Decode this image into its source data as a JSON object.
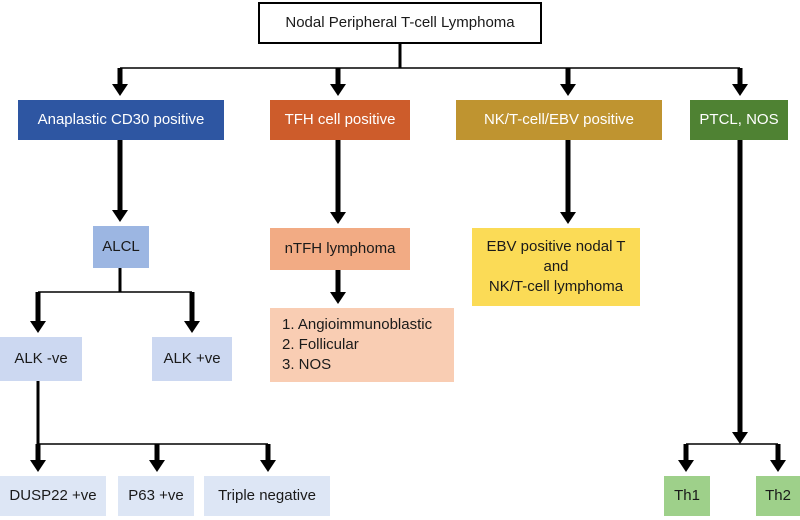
{
  "colors": {
    "root_fill": "#ffffff",
    "root_border": "#000000",
    "anaplastic": "#2e56a2",
    "alcl": "#9cb6e2",
    "alk": "#ccd8f1",
    "leaf_blue": "#dde6f5",
    "tfh": "#cd5c2b",
    "ntfh": "#f2ab84",
    "ntfh_list": "#f9cdb3",
    "nk": "#bf9430",
    "ebv": "#fbdb56",
    "ptcl": "#4f8233",
    "th": "#9ed08a",
    "connector": "#000000"
  },
  "nodes": {
    "root": "Nodal Peripheral T-cell Lymphoma",
    "anaplastic": "Anaplastic CD30 positive",
    "tfh": "TFH cell positive",
    "nk_ebv": "NK/T-cell/EBV positive",
    "ptcl": "PTCL, NOS",
    "alcl": "ALCL",
    "ntfh": "nTFH lymphoma",
    "ebv_line1": "EBV positive nodal T",
    "ebv_line2": "and",
    "ebv_line3": "NK/T-cell lymphoma",
    "alk_neg": "ALK -ve",
    "alk_pos": "ALK +ve",
    "ntfh_item1": "1. Angioimmunoblastic",
    "ntfh_item2": "2. Follicular",
    "ntfh_item3": "3. NOS",
    "dusp22": "DUSP22 +ve",
    "p63": "P63 +ve",
    "triple_neg": "Triple negative",
    "th1": "Th1",
    "th2": "Th2"
  }
}
